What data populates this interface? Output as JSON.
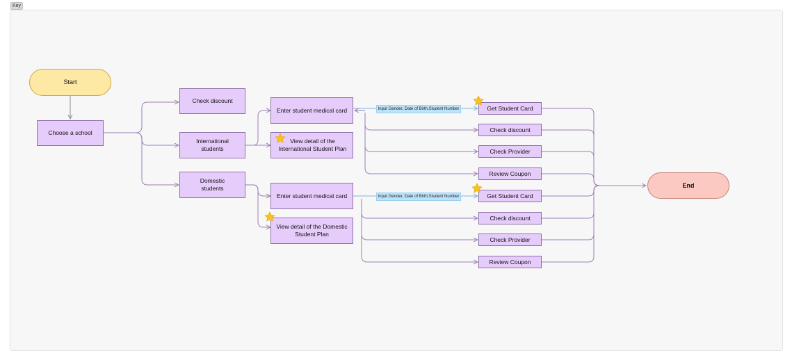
{
  "key_label": "Key",
  "nodes": {
    "start": "Start",
    "choose_school": "Choose a school",
    "check_discount_top": "Check discount",
    "international_students": "International students",
    "domestic_students": "Domestic students",
    "enter_card_intl": "Enter student medical card",
    "view_intl_plan": "View detail of the International Student Plan",
    "enter_card_dom": "Enter student medical card",
    "view_dom_plan": "View detail of the Domestic Student Plan",
    "get_card_intl": "Get Student Card",
    "check_discount_intl": "Check discount",
    "check_provider_intl": "Check Provider",
    "review_coupon_intl": "Review Coupon",
    "get_card_dom": "Get Student Card",
    "check_discount_dom": "Check discount",
    "check_provider_dom": "Check Provider",
    "review_coupon_dom": "Review Coupon",
    "end": "End"
  },
  "edge_labels": {
    "intl": "Input Gender, Date of Birth,Student Number",
    "dom": "Input Gender, Date of Birth,Student Number"
  },
  "colors": {
    "start_fill": "#fde9a4",
    "end_fill": "#fcc9c2",
    "process_fill": "#e6ccfb",
    "connector": "#9b7fb8",
    "label_fill": "#bde3fb",
    "star": "#f7c31c"
  },
  "icons": {
    "highlight": "star-icon"
  }
}
